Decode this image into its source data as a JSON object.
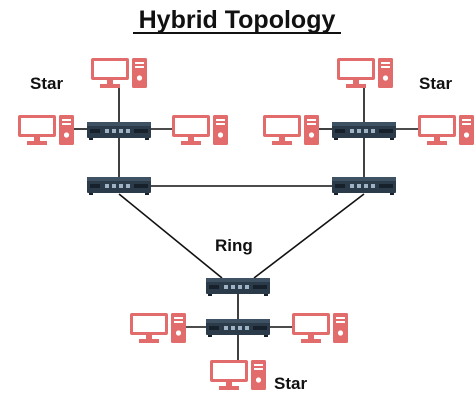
{
  "title": "Hybrid Topology",
  "labels": {
    "star_top_left": "Star",
    "star_top_right": "Star",
    "ring": "Ring",
    "star_bottom": "Star"
  },
  "colors": {
    "computer": "#e26b6b",
    "computer_dark": "#c94f4f",
    "device": "#2b3b4a",
    "device_top": "#3e5264",
    "device_led": "#9fb3c6",
    "line": "#111111"
  },
  "icons": {
    "computer": "desktop-computer-icon",
    "device": "network-hub-icon"
  }
}
